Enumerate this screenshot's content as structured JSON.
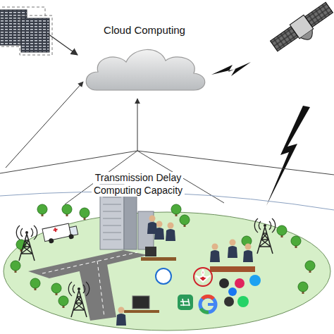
{
  "diagram": {
    "nodes": [
      {
        "text": [
          "Cloud Computing"
        ]
      }
    ],
    "labels": [
      "Transmission Delay",
      "Computing Capacity"
    ]
  }
}
